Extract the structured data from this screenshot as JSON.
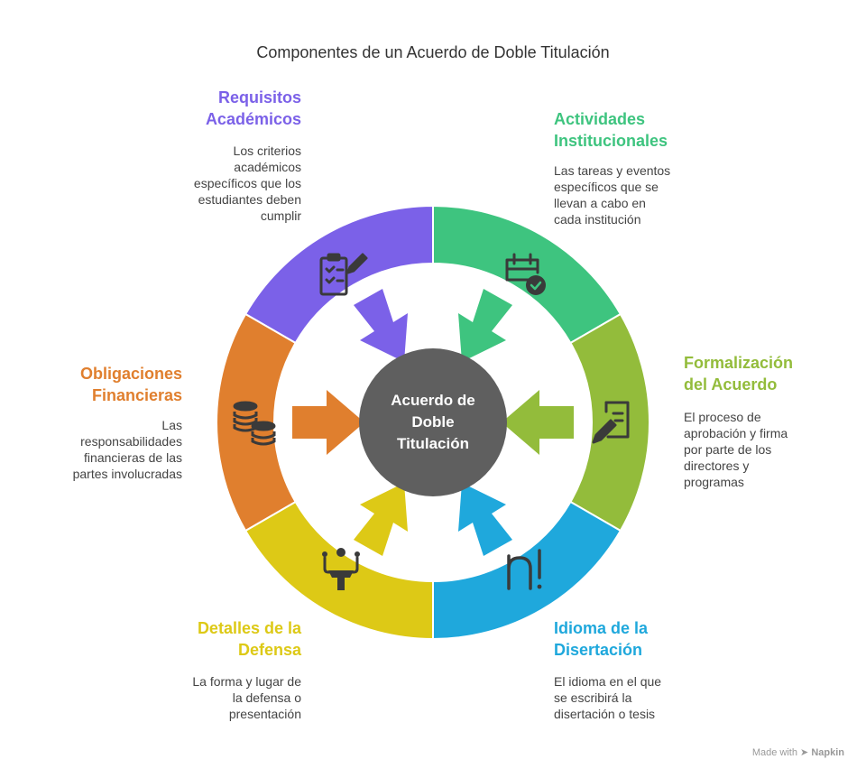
{
  "title": "Componentes de un Acuerdo de Doble Titulación",
  "center": {
    "line1": "Acuerdo de",
    "line2": "Doble",
    "line3": "Titulación"
  },
  "segments": [
    {
      "heading_1": "Requisitos",
      "heading_2": "Académicos",
      "desc": [
        "Los criterios",
        "académicos",
        "específicos que los",
        "estudiantes deben",
        "cumplir"
      ],
      "color": "#7b61e8",
      "icon": "checklist-icon"
    },
    {
      "heading_1": "Actividades",
      "heading_2": "Institucionales",
      "desc": [
        "Las tareas y eventos",
        "específicos que se",
        "llevan a cabo en",
        "cada institución"
      ],
      "color": "#3ec47f",
      "icon": "calendar-check-icon"
    },
    {
      "heading_1": "Formalización",
      "heading_2": "del Acuerdo",
      "desc": [
        "El proceso de",
        "aprobación y firma",
        "por parte de los",
        "directores y",
        "programas"
      ],
      "color": "#93bc3b",
      "icon": "document-sign-icon"
    },
    {
      "heading_1": "Idioma de la",
      "heading_2": "Disertación",
      "desc": [
        "El idioma en el que",
        "se escribirá la",
        "disertación o tesis"
      ],
      "color": "#1fa8dc",
      "icon": "language-icon"
    },
    {
      "heading_1": "Detalles de la",
      "heading_2": "Defensa",
      "desc": [
        "La forma y lugar de",
        "la defensa o",
        "presentación"
      ],
      "color": "#ddc916",
      "icon": "podium-speaker-icon"
    },
    {
      "heading_1": "Obligaciones",
      "heading_2": "Financieras",
      "desc": [
        "Las",
        "responsabilidades",
        "financieras de las",
        "partes involucradas"
      ],
      "color": "#e07f2e",
      "icon": "coins-icon"
    }
  ],
  "footer": {
    "made_with": "Made with",
    "brand": "Napkin"
  }
}
